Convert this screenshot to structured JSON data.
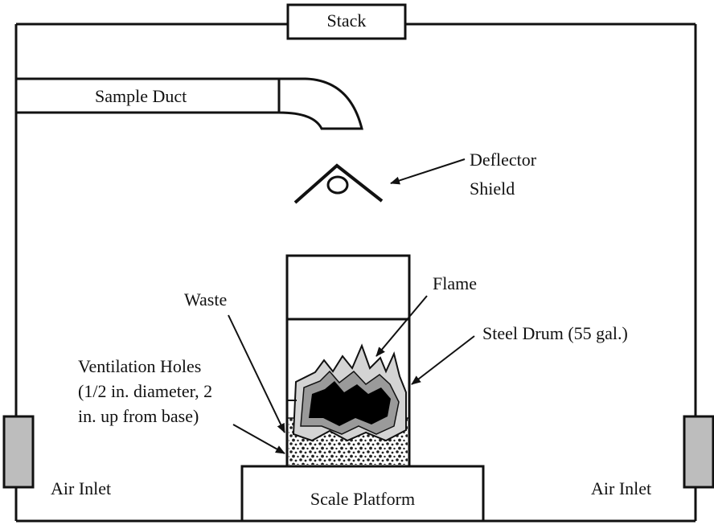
{
  "labels": {
    "stack": "Stack",
    "sample_duct": "Sample Duct",
    "deflector_shield_line1": "Deflector",
    "deflector_shield_line2": "Shield",
    "flame": "Flame",
    "waste": "Waste",
    "steel_drum": "Steel Drum (55 gal.)",
    "ventilation_holes_line1": "Ventilation Holes",
    "ventilation_holes_line2": "(1/2 in. diameter, 2",
    "ventilation_holes_line3": "in. up from base)",
    "air_inlet_left": "Air Inlet",
    "air_inlet_right": "Air Inlet",
    "scale_platform": "Scale Platform"
  },
  "colors": {
    "line": "#111111",
    "inlet_fill": "#bdbdbd",
    "flame_core": "#000000",
    "flame_mid": "#9a9a9a",
    "flame_outer": "#d4d4d4",
    "waste_dot": "#222222"
  }
}
